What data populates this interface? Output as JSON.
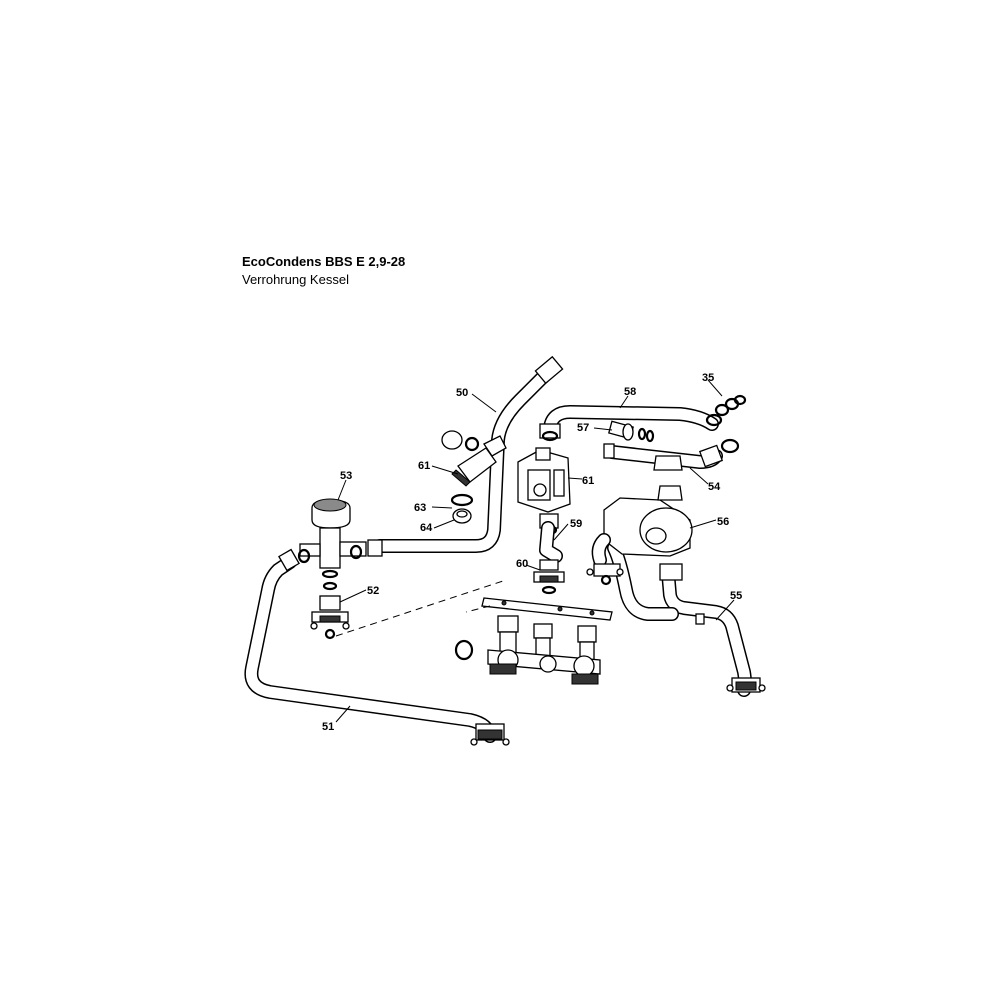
{
  "header": {
    "title": "EcoCondens BBS E  2,9-28",
    "subtitle": "Verrohrung Kessel"
  },
  "callouts": {
    "c35": "35",
    "c50": "50",
    "c51": "51",
    "c52": "52",
    "c53": "53",
    "c54": "54",
    "c55": "55",
    "c56": "56",
    "c57": "57",
    "c58": "58",
    "c59": "59",
    "c60": "60",
    "c61a": "61",
    "c61b": "61",
    "c63": "63",
    "c64": "64"
  }
}
